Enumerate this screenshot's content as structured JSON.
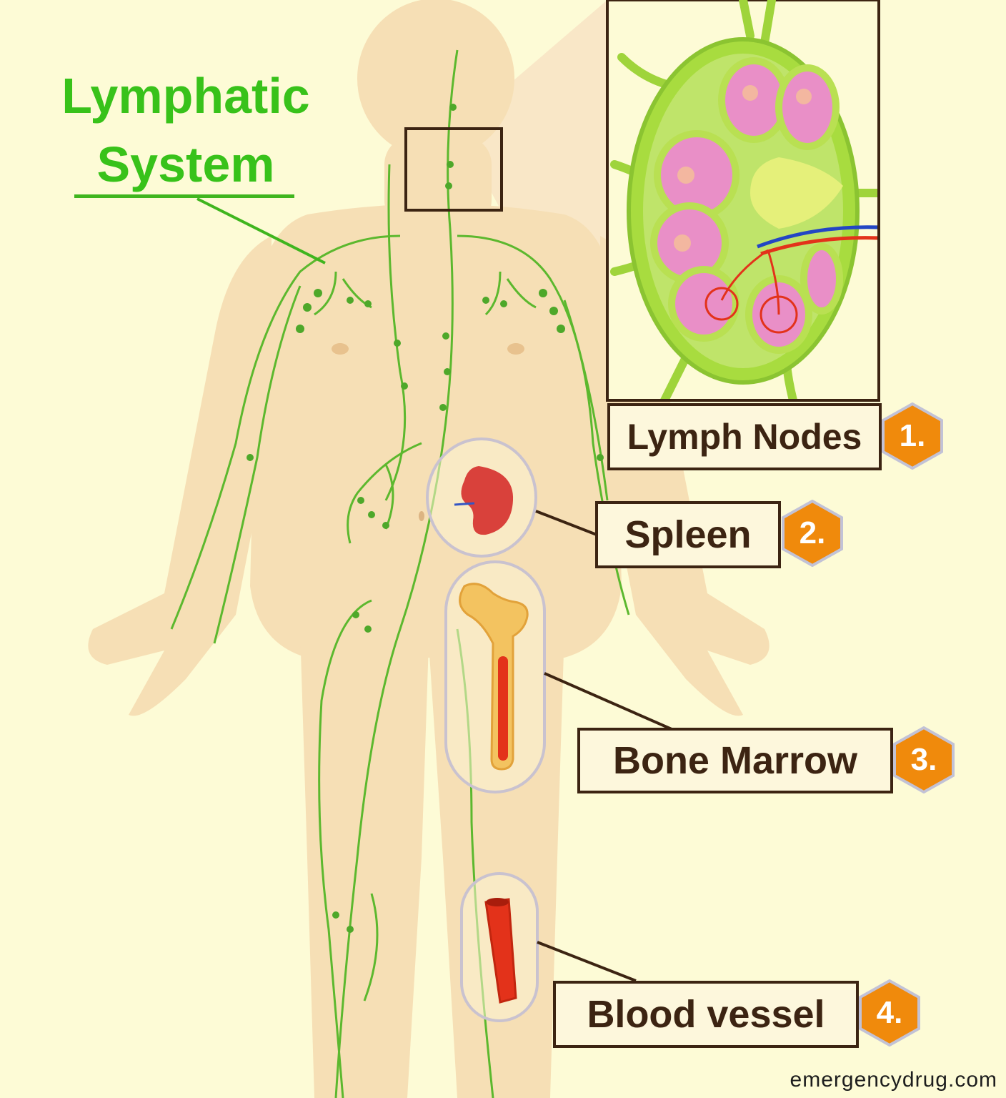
{
  "title": {
    "line1": "Lymphatic",
    "line2": "System"
  },
  "labels": [
    {
      "number": "1.",
      "text": "Lymph Nodes"
    },
    {
      "number": "2.",
      "text": "Spleen"
    },
    {
      "number": "3.",
      "text": "Bone Marrow"
    },
    {
      "number": "4.",
      "text": "Blood vessel"
    }
  ],
  "watermark": "emergencydrug.com",
  "colors": {
    "background": "#fdfbd6",
    "body": "#f7dfb4",
    "lymph": "#5cb82e",
    "title": "#38c21a",
    "label_border": "#3c2412",
    "badge": "#f08a0c",
    "spleen": "#d9413b",
    "vessel": "#e3321a"
  }
}
